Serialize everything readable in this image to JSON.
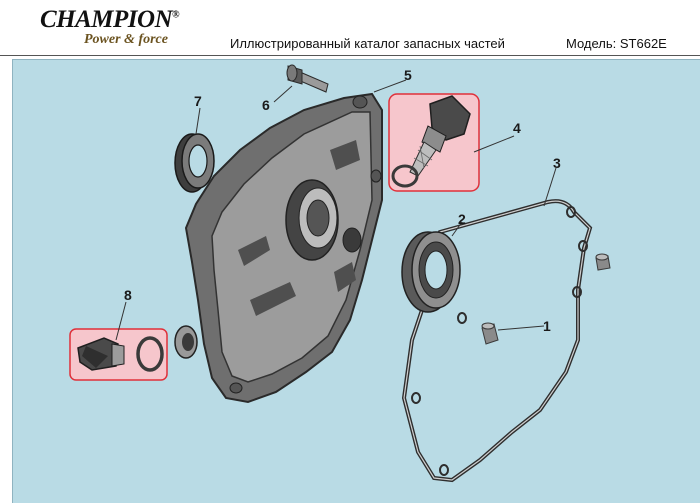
{
  "header": {
    "brand": "CHAMPION",
    "brand_mark": "®",
    "tagline": "Power & force",
    "catalog_title": "Иллюстрированный каталог запасных частей",
    "model": "Модель: ST662E"
  },
  "colors": {
    "background": "#b9dbe5",
    "highlight_fill": "#f6c6cc",
    "highlight_border": "#e0303a",
    "part_dark": "#3f3f3f",
    "part_mid": "#7b7b7b",
    "part_light": "#b8b8b8"
  },
  "callouts": [
    {
      "number": "1"
    },
    {
      "number": "2"
    },
    {
      "number": "3"
    },
    {
      "number": "4"
    },
    {
      "number": "5"
    },
    {
      "number": "6"
    },
    {
      "number": "7"
    },
    {
      "number": "8"
    }
  ]
}
